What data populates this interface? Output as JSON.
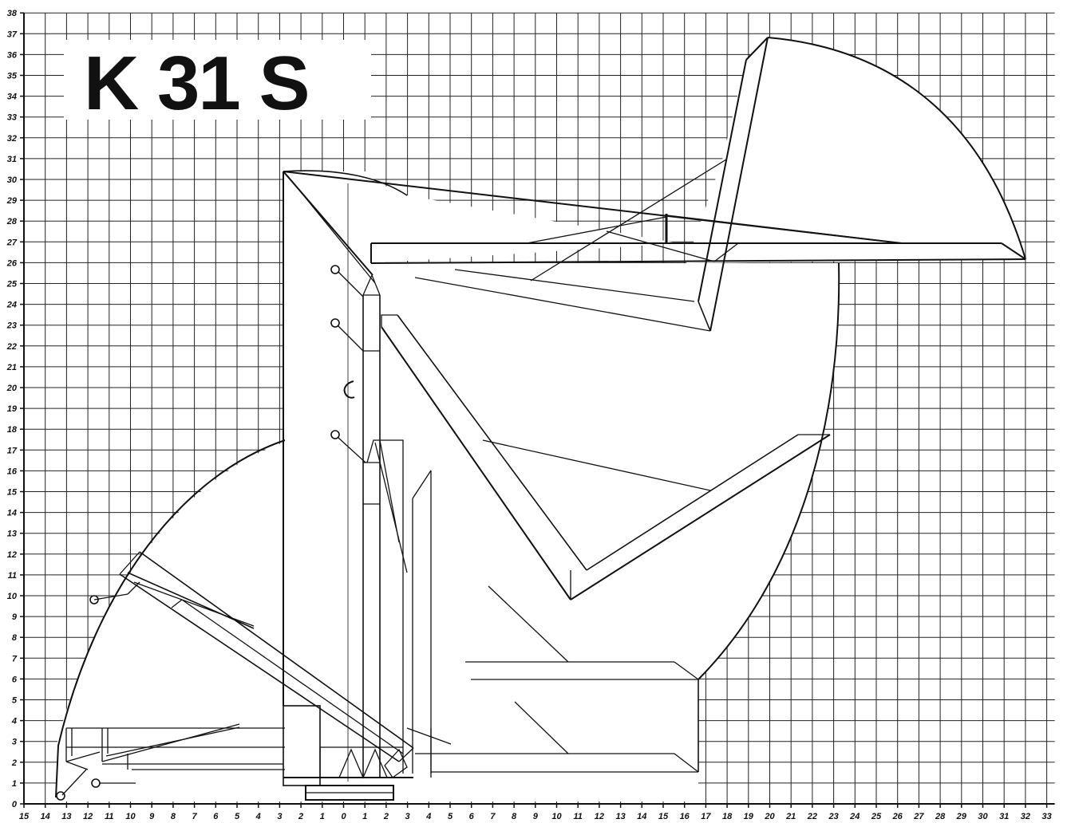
{
  "title": "K 31 S",
  "x_axis": {
    "labels": [
      "15",
      "14",
      "13",
      "12",
      "11",
      "10",
      "9",
      "8",
      "7",
      "6",
      "5",
      "4",
      "3",
      "2",
      "1",
      "0",
      "1",
      "2",
      "3",
      "4",
      "5",
      "6",
      "7",
      "8",
      "9",
      "10",
      "11",
      "12",
      "13",
      "14",
      "15",
      "16",
      "17",
      "18",
      "19",
      "20",
      "21",
      "22",
      "23",
      "24",
      "25",
      "26",
      "27",
      "28",
      "29",
      "30",
      "31",
      "32",
      "33"
    ]
  },
  "y_axis": {
    "labels": [
      "0",
      "1",
      "2",
      "3",
      "4",
      "5",
      "6",
      "7",
      "8",
      "9",
      "10",
      "11",
      "12",
      "13",
      "14",
      "15",
      "16",
      "17",
      "18",
      "19",
      "20",
      "21",
      "22",
      "23",
      "24",
      "25",
      "26",
      "27",
      "28",
      "29",
      "30",
      "31",
      "32",
      "33",
      "34",
      "35",
      "36",
      "37",
      "38"
    ]
  },
  "colors": {
    "ink": "#111111",
    "paper": "#ffffff",
    "grid": "#222222"
  }
}
